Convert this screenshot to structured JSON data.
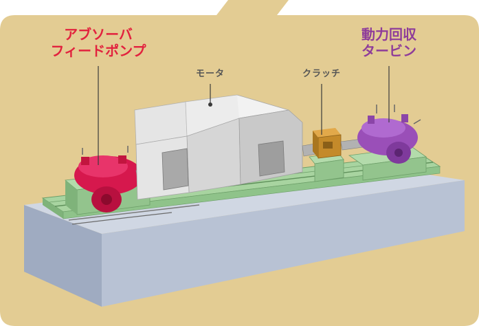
{
  "labels": {
    "absorber_pump_line1": "アブソーバ",
    "absorber_pump_line2": "フィードポンプ",
    "turbine_line1": "動力回収",
    "turbine_line2": "タービン",
    "motor": "モータ",
    "clutch": "クラッチ"
  },
  "colors": {
    "background": "#e3cc93",
    "pump": "#d6184d",
    "turbine": "#9a4fb8",
    "frame": "#9ccc96",
    "motor": "#dcdcdc",
    "clutch": "#c48a2a",
    "foundation": "#aeb9cd",
    "label_red": "#e2223e",
    "label_purple": "#8e3c9a"
  }
}
